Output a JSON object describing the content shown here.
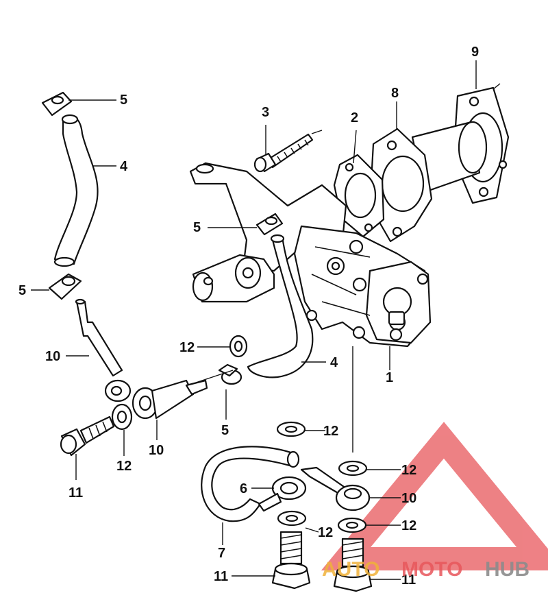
{
  "callouts": {
    "c1": "1",
    "c2": "2",
    "c3": "3",
    "c4a": "4",
    "c4b": "4",
    "c5a": "5",
    "c5b": "5",
    "c5c": "5",
    "c5d": "5",
    "c6": "6",
    "c7": "7",
    "c8": "8",
    "c9": "9",
    "c10a": "10",
    "c10b": "10",
    "c10c": "10",
    "c11a": "11",
    "c11b": "11",
    "c11c": "11",
    "c12a": "12",
    "c12b": "12",
    "c12c": "12",
    "c12d": "12",
    "c12e": "12",
    "c12f": "12"
  },
  "watermark": {
    "part1": "AUTO",
    "part2": "MOTO",
    "part3": "HUB",
    "colors": {
      "triangle": "#e8575c",
      "auto": "#f0b23a",
      "moto": "#e8575c",
      "hub": "#8c8c8c"
    }
  }
}
